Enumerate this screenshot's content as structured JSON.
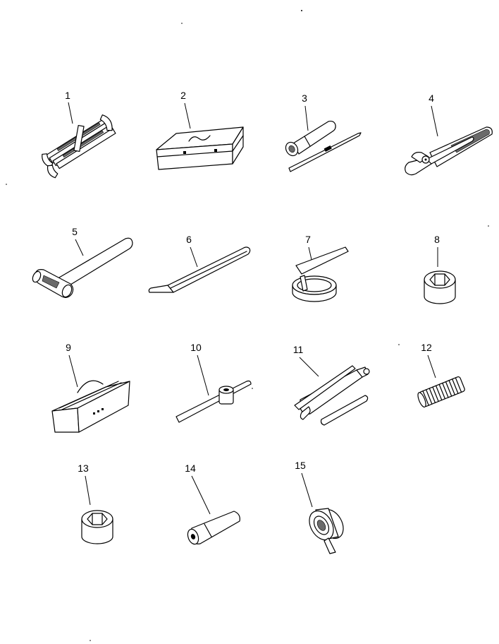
{
  "colors": {
    "ink": "#000000",
    "paper": "#ffffff",
    "shade": "#6a6a6a"
  },
  "parts": [
    {
      "number": "1",
      "icon": "wrench-set-icon"
    },
    {
      "number": "2",
      "icon": "tool-box-icon"
    },
    {
      "number": "3",
      "icon": "screwdriver-icon"
    },
    {
      "number": "4",
      "icon": "pliers-icon"
    },
    {
      "number": "5",
      "icon": "hammer-icon"
    },
    {
      "number": "6",
      "icon": "pry-bar-icon"
    },
    {
      "number": "7",
      "icon": "filter-wrench-icon"
    },
    {
      "number": "8",
      "icon": "socket-icon"
    },
    {
      "number": "9",
      "icon": "tool-bag-icon"
    },
    {
      "number": "10",
      "icon": "t-wrench-icon"
    },
    {
      "number": "11",
      "icon": "grease-gun-icon"
    },
    {
      "number": "12",
      "icon": "spring-icon"
    },
    {
      "number": "13",
      "icon": "socket-icon"
    },
    {
      "number": "14",
      "icon": "extension-socket-icon"
    },
    {
      "number": "15",
      "icon": "tape-roll-icon"
    }
  ]
}
